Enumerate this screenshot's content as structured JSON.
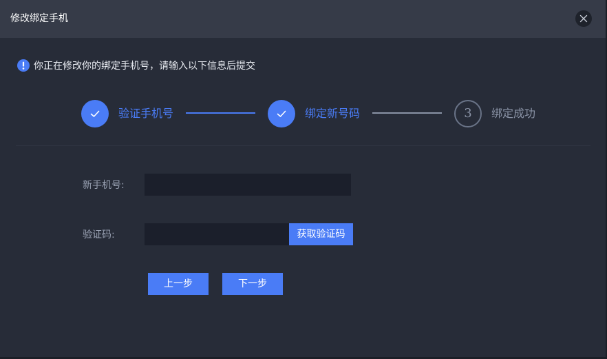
{
  "dialog": {
    "title": "修改绑定手机",
    "close_icon": "close-icon"
  },
  "notice": {
    "icon": "exclamation-icon",
    "text": "你正在修改你的绑定手机号，请输入以下信息后提交"
  },
  "steps": [
    {
      "label": "验证手机号",
      "status": "done",
      "icon": "check-icon"
    },
    {
      "label": "绑定新号码",
      "status": "done",
      "icon": "check-icon"
    },
    {
      "label": "绑定成功",
      "status": "pending",
      "number": "3"
    }
  ],
  "form": {
    "phone_label": "新手机号:",
    "phone_value": "",
    "code_label": "验证码:",
    "code_value": "",
    "get_code_button": "获取验证码"
  },
  "actions": {
    "prev_button": "上一步",
    "next_button": "下一步"
  },
  "colors": {
    "accent": "#4a7cf6",
    "background": "#272c38",
    "titlebar": "#363b48",
    "input": "#1b1f2b"
  }
}
